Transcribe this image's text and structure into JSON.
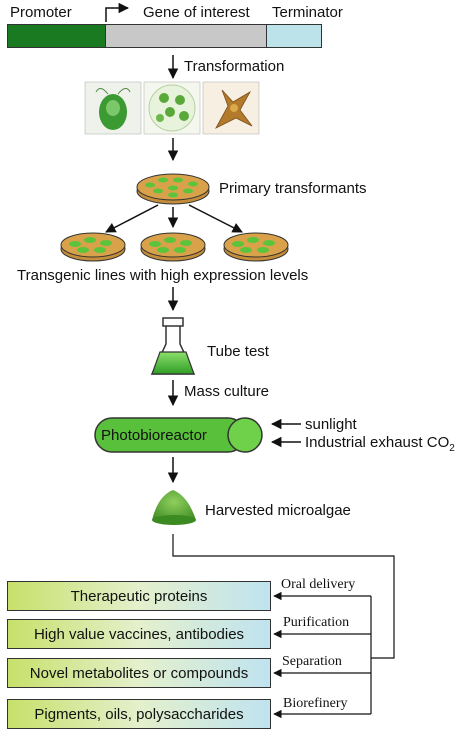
{
  "construct": {
    "promoter": "Promoter",
    "gene": "Gene of interest",
    "terminator": "Terminator",
    "colors": {
      "promoter": "#1a7a22",
      "gene": "#c8c8c8",
      "terminator": "#bde3ea"
    }
  },
  "steps": {
    "transformation": "Transformation",
    "primary": "Primary transformants",
    "transgenic": "Transgenic lines with high expression levels",
    "tube": "Tube test",
    "mass": "Mass culture",
    "photobioreactor": "Photobioreactor",
    "sunlight": "sunlight",
    "exhaust": "Industrial exhaust CO",
    "exhaust_sub": "2",
    "harvested": "Harvested microalgae"
  },
  "outputs": [
    {
      "label": "Therapeutic proteins",
      "process": "Oral delivery"
    },
    {
      "label": "High value vaccines, antibodies",
      "process": "Purification"
    },
    {
      "label": "Novel metabolites or compounds",
      "process": "Separation"
    },
    {
      "label": "Pigments, oils, polysaccharides",
      "process": "Biorefinery"
    }
  ],
  "colors": {
    "algae_green": "#5cc43c",
    "dish_orange": "#d9a24a",
    "reactor_green": "#58c03a"
  }
}
